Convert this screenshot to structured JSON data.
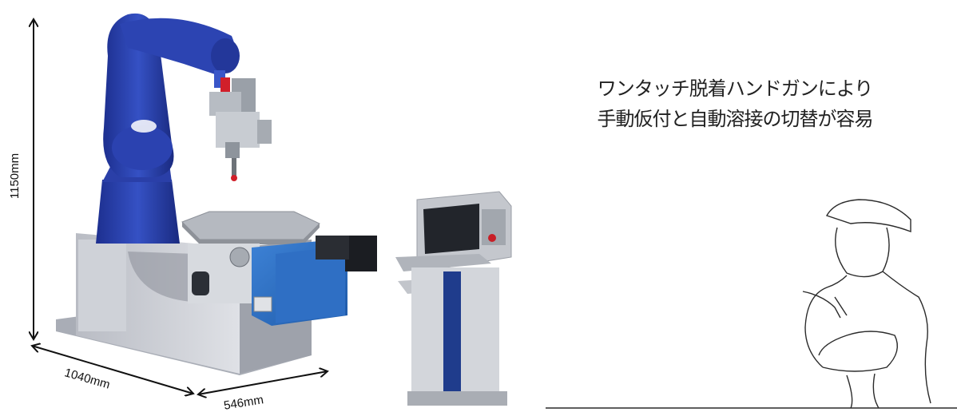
{
  "dimensions": {
    "height": "1150mm",
    "depth": "1040mm",
    "width": "546mm"
  },
  "caption": {
    "line1": "ワンタッチ脱着ハンドガンにより",
    "line2": "手動仮付と自動溶接の切替が容易"
  },
  "colors": {
    "robot": "#2a3fa8",
    "positioner": "#2f6fc4",
    "base": "#c9ccd3",
    "console_stripe": "#1f3c8c"
  }
}
